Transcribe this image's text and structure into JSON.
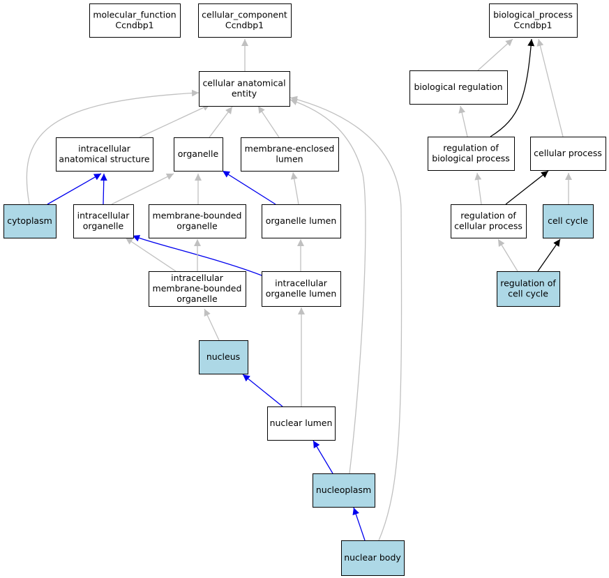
{
  "colors": {
    "highlight": "#add8e6",
    "plain": "#ffffff",
    "gray": "#c0c0c0",
    "blue": "#0000ee",
    "black": "#000000"
  },
  "nodes": [
    {
      "id": "mf",
      "lines": [
        "molecular_function",
        "Ccndbp1"
      ],
      "fill": "plain"
    },
    {
      "id": "cc",
      "lines": [
        "cellular_component",
        "Ccndbp1"
      ],
      "fill": "plain"
    },
    {
      "id": "bp",
      "lines": [
        "biological_process",
        "Ccndbp1"
      ],
      "fill": "plain"
    },
    {
      "id": "cae",
      "lines": [
        "cellular anatomical",
        "entity"
      ],
      "fill": "plain"
    },
    {
      "id": "breg",
      "lines": [
        "biological regulation"
      ],
      "fill": "plain"
    },
    {
      "id": "ias",
      "lines": [
        "intracellular",
        "anatomical structure"
      ],
      "fill": "plain"
    },
    {
      "id": "org",
      "lines": [
        "organelle"
      ],
      "fill": "plain"
    },
    {
      "id": "mel",
      "lines": [
        "membrane-enclosed",
        "lumen"
      ],
      "fill": "plain"
    },
    {
      "id": "rbp",
      "lines": [
        "regulation of",
        "biological process"
      ],
      "fill": "plain"
    },
    {
      "id": "cp",
      "lines": [
        "cellular process"
      ],
      "fill": "plain"
    },
    {
      "id": "cyto",
      "lines": [
        "cytoplasm"
      ],
      "fill": "highlight"
    },
    {
      "id": "io",
      "lines": [
        "intracellular",
        "organelle"
      ],
      "fill": "plain"
    },
    {
      "id": "mbo",
      "lines": [
        "membrane-bounded",
        "organelle"
      ],
      "fill": "plain"
    },
    {
      "id": "ol",
      "lines": [
        "organelle lumen"
      ],
      "fill": "plain"
    },
    {
      "id": "rcp",
      "lines": [
        "regulation of",
        "cellular process"
      ],
      "fill": "plain"
    },
    {
      "id": "cc2",
      "lines": [
        "cell cycle"
      ],
      "fill": "highlight"
    },
    {
      "id": "imbo",
      "lines": [
        "intracellular",
        "membrane-bounded",
        "organelle"
      ],
      "fill": "plain"
    },
    {
      "id": "iol",
      "lines": [
        "intracellular",
        "organelle lumen"
      ],
      "fill": "plain"
    },
    {
      "id": "rcc",
      "lines": [
        "regulation of",
        "cell cycle"
      ],
      "fill": "highlight"
    },
    {
      "id": "nuc",
      "lines": [
        "nucleus"
      ],
      "fill": "highlight"
    },
    {
      "id": "nl",
      "lines": [
        "nuclear lumen"
      ],
      "fill": "plain"
    },
    {
      "id": "np",
      "lines": [
        "nucleoplasm"
      ],
      "fill": "highlight"
    },
    {
      "id": "nb",
      "lines": [
        "nuclear body"
      ],
      "fill": "highlight"
    }
  ],
  "edges": [
    {
      "from": "cae",
      "to": "cc",
      "color": "gray"
    },
    {
      "from": "breg",
      "to": "bp",
      "color": "gray"
    },
    {
      "from": "rbp",
      "to": "bp",
      "color": "black"
    },
    {
      "from": "cp",
      "to": "bp",
      "color": "gray"
    },
    {
      "from": "ias",
      "to": "cae",
      "color": "gray"
    },
    {
      "from": "org",
      "to": "cae",
      "color": "gray"
    },
    {
      "from": "mel",
      "to": "cae",
      "color": "gray"
    },
    {
      "from": "cyto",
      "to": "cae",
      "color": "gray"
    },
    {
      "from": "np",
      "to": "cae",
      "color": "gray"
    },
    {
      "from": "nb",
      "to": "cae",
      "color": "gray"
    },
    {
      "from": "rbp",
      "to": "breg",
      "color": "gray"
    },
    {
      "from": "cyto",
      "to": "ias",
      "color": "blue"
    },
    {
      "from": "io",
      "to": "ias",
      "color": "blue"
    },
    {
      "from": "io",
      "to": "org",
      "color": "gray"
    },
    {
      "from": "mbo",
      "to": "org",
      "color": "gray"
    },
    {
      "from": "ol",
      "to": "org",
      "color": "blue"
    },
    {
      "from": "ol",
      "to": "mel",
      "color": "gray"
    },
    {
      "from": "rcp",
      "to": "rbp",
      "color": "gray"
    },
    {
      "from": "rcp",
      "to": "cp",
      "color": "black"
    },
    {
      "from": "cc2",
      "to": "cp",
      "color": "gray"
    },
    {
      "from": "imbo",
      "to": "io",
      "color": "gray"
    },
    {
      "from": "iol",
      "to": "io",
      "color": "blue"
    },
    {
      "from": "imbo",
      "to": "mbo",
      "color": "gray"
    },
    {
      "from": "iol",
      "to": "ol",
      "color": "gray"
    },
    {
      "from": "rcc",
      "to": "rcp",
      "color": "gray"
    },
    {
      "from": "rcc",
      "to": "cc2",
      "color": "black"
    },
    {
      "from": "nuc",
      "to": "imbo",
      "color": "gray"
    },
    {
      "from": "nl",
      "to": "iol",
      "color": "gray"
    },
    {
      "from": "nl",
      "to": "nuc",
      "color": "blue"
    },
    {
      "from": "np",
      "to": "nl",
      "color": "blue"
    },
    {
      "from": "nb",
      "to": "np",
      "color": "blue"
    }
  ]
}
